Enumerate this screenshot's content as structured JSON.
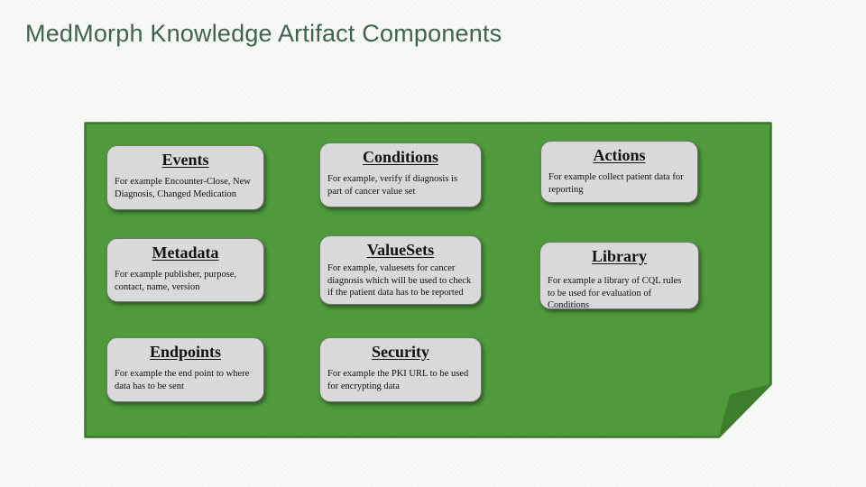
{
  "slide": {
    "title": "MedMorph Knowledge Artifact Components"
  },
  "colors": {
    "title_text": "#40634f",
    "panel_fill": "#4f9b3c",
    "panel_border": "#3a7829",
    "fold_fill": "#3e7d2c",
    "card_fill": "#d9d9d9",
    "card_border": "#70756e",
    "card_text": "#111111"
  },
  "cards": [
    {
      "title": "Events",
      "description": "For example Encounter-Close, New Diagnosis, Changed Medication"
    },
    {
      "title": "Conditions",
      "description": "For example, verify if diagnosis is part of cancer value set"
    },
    {
      "title": "Actions",
      "description": "For example collect patient data for reporting"
    },
    {
      "title": "Metadata",
      "description": "For example publisher, purpose, contact, name, version"
    },
    {
      "title": "ValueSets",
      "description": "For example, valuesets for cancer diagnosis which will be used to check if the patient data has to be reported"
    },
    {
      "title": "Library",
      "description": "For example a library of CQL rules to be used for evaluation of Conditions"
    },
    {
      "title": "Endpoints",
      "description": "For example the end point to where data has to be sent"
    },
    {
      "title": "Security",
      "description": "For example the PKI URL to be used for encrypting data"
    }
  ]
}
